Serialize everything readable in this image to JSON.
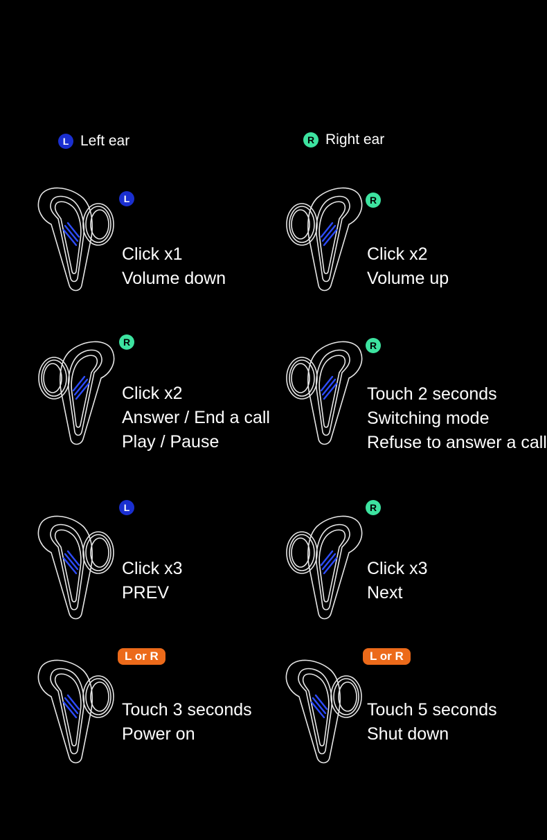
{
  "legend": {
    "left": {
      "letter": "L",
      "label": "Left ear"
    },
    "right": {
      "letter": "R",
      "label": "Right ear"
    }
  },
  "colors": {
    "left": "#1a2fd0",
    "right": "#3de3a0",
    "either": "#ec6a1a",
    "background": "#000000"
  },
  "icons": {
    "earbud": "earbud-outline-icon",
    "touch_stripes": "touch-stripes-icon"
  },
  "controls": [
    {
      "badge": "L",
      "lines": [
        "Click x1",
        "Volume down"
      ]
    },
    {
      "badge": "R",
      "lines": [
        "Click x2",
        "Volume up"
      ]
    },
    {
      "badge": "R",
      "lines": [
        "Click x2",
        "Answer / End a call",
        "Play / Pause"
      ]
    },
    {
      "badge": "R",
      "lines": [
        "Touch 2 seconds",
        "Switching mode",
        "Refuse to answer a call"
      ]
    },
    {
      "badge": "L",
      "lines": [
        "Click x3",
        "PREV"
      ]
    },
    {
      "badge": "R",
      "lines": [
        "Click x3",
        "Next"
      ]
    },
    {
      "badge": "L or R",
      "lines": [
        "Touch 3 seconds",
        "Power on"
      ]
    },
    {
      "badge": "L or R",
      "lines": [
        "Touch 5 seconds",
        "Shut down"
      ]
    }
  ]
}
